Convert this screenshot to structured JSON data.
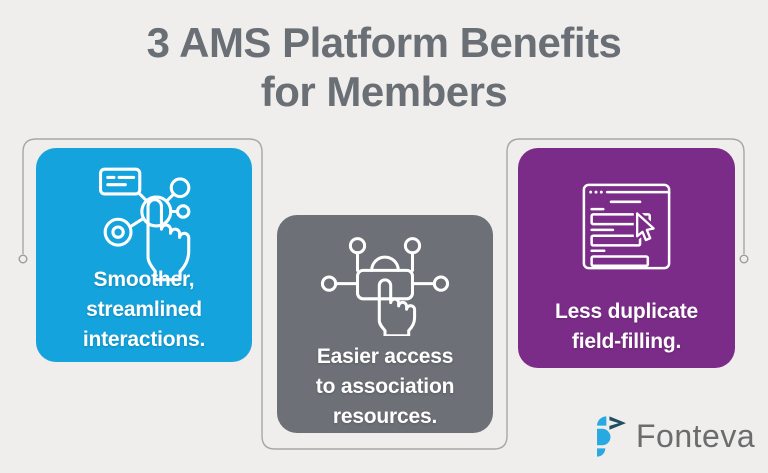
{
  "title": {
    "line1": "3 AMS Platform Benefits",
    "line2": "for Members"
  },
  "cards": [
    {
      "label_lines": [
        "Smoother,",
        "streamlined",
        "interactions."
      ],
      "color": "#14a3dd",
      "icon": "tap-network-icon"
    },
    {
      "label_lines": [
        "Easier access",
        "to association",
        "resources."
      ],
      "color": "#6d7076",
      "icon": "tap-lock-network-icon"
    },
    {
      "label_lines": [
        "Less duplicate",
        "field-filling."
      ],
      "color": "#7b2c88",
      "icon": "form-fields-cursor-icon"
    }
  ],
  "logo": {
    "text": "Fonteva",
    "mark_light_blue": "#29a9e1",
    "mark_dark_blue": "#1f4d63",
    "text_color": "#6b6c6e"
  },
  "canvas": {
    "background": "#efeeec",
    "title_color": "#6a6f76",
    "connector_color": "#a7a7a5",
    "card_text_color": "#ffffff"
  }
}
